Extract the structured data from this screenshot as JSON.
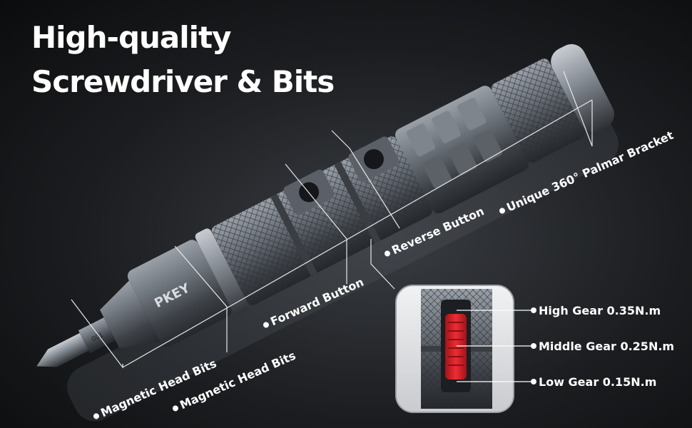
{
  "title": {
    "line1": "High-quality",
    "line2": "Screwdriver & Bits"
  },
  "brand": "PKEY",
  "bit_marking": "001",
  "labels": {
    "palmar": "Unique 360° Palmar Bracket",
    "reverse": "Reverse Button",
    "forward": "Forward Button",
    "magnetic1": "Magnetic Head Bits",
    "magnetic2": "Magnetic Head Bits"
  },
  "gears": {
    "high": "High Gear 0.35N.m",
    "middle": "Middle Gear 0.25N.m",
    "low": "Low Gear 0.15N.m"
  },
  "colors": {
    "background": "#1b1d20",
    "metal": "#6b7078",
    "gear_switch": "#e0242e",
    "text": "#ffffff"
  }
}
